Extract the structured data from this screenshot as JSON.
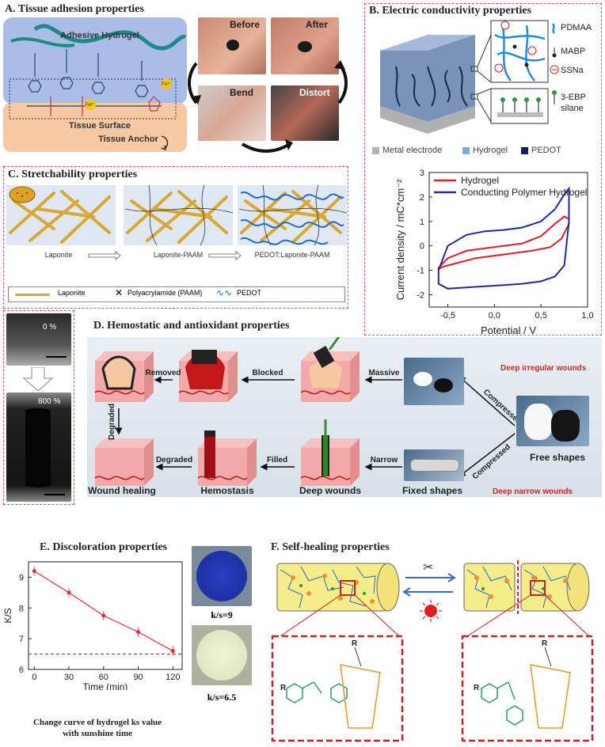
{
  "panel_a": {
    "title": "A. Tissue adhesion properties",
    "hydrogel_label": "Adhesive Hydrogel",
    "surface_label": "Tissue Surface",
    "anchor_label": "Tissue Anchor",
    "fe_label": "Fe³⁺",
    "photos": [
      "Before",
      "After",
      "Bend",
      "Distort"
    ]
  },
  "panel_b": {
    "title": "B. Electric conductivity properties",
    "legend_right": [
      "PDMAA",
      "MABP",
      "SSNa",
      "3-EBP",
      "silane"
    ],
    "legend_bottom": [
      "Metal electrode",
      "Hydrogel",
      "PEDOT"
    ],
    "colors": {
      "metal": "#b4b4b4",
      "hydrogel": "#7fa8dc",
      "pedot": "#141c5c"
    }
  },
  "panel_c": {
    "title": "C. Stretchability properties",
    "stage_labels": [
      "Laponite",
      "Laponite-PAAM",
      "PEDOT:Laponite-PAAM"
    ],
    "legend": [
      "Laponite",
      "Polyacrylamide (PAAM)",
      "PEDOT"
    ],
    "strain_labels": [
      "0 %",
      "800 %"
    ]
  },
  "panel_d": {
    "title": "D. Hemostatic and antioxidant properties",
    "top_flow": [
      "Removed",
      "Blocked",
      "Massive"
    ],
    "bottom_flow": [
      "Degraded",
      "Filled",
      "Narrow"
    ],
    "side": "Degraded",
    "compressed": "Compressed",
    "captions": [
      "Wound healing",
      "Hemostasis",
      "Deep wounds",
      "Fixed shapes",
      "Free shapes"
    ],
    "wound_types": [
      "Deep irregular wounds",
      "Deep narrow wounds"
    ]
  },
  "panel_e": {
    "title": "E. Discoloration properties",
    "caption_line1": "Change curve of hydrogel ks value",
    "caption_line2": "with sunshine time",
    "sample_labels": [
      "k/s=9",
      "k/s=6.5"
    ]
  },
  "panel_f": {
    "title": "F. Self-healing properties",
    "r_label": "R"
  },
  "chart_data": [
    {
      "type": "line",
      "xlabel": "Potential / V",
      "ylabel": "Current density / mC*cm⁻²",
      "xlim": [
        -0.7,
        1.0
      ],
      "ylim": [
        -2.5,
        3.0
      ],
      "xticks": [
        "-0,5",
        "0,0",
        "0,5",
        "1,0"
      ],
      "yticks": [
        "-2",
        "-1",
        "0",
        "1",
        "2",
        "3"
      ],
      "legend": "top-left",
      "series": [
        {
          "name": "Hydrogel",
          "color": "#e01c24",
          "x": [
            -0.6,
            -0.5,
            -0.3,
            -0.1,
            0.1,
            0.3,
            0.5,
            0.65,
            0.75,
            0.8,
            0.8,
            0.72,
            0.6,
            0.4,
            0.2,
            0.0,
            -0.2,
            -0.4,
            -0.55,
            -0.6,
            -0.6
          ],
          "y": [
            -0.9,
            -0.5,
            -0.2,
            -0.1,
            0.0,
            0.1,
            0.4,
            0.9,
            1.2,
            1.1,
            0.9,
            0.3,
            -0.05,
            -0.2,
            -0.3,
            -0.4,
            -0.5,
            -0.7,
            -0.85,
            -0.95,
            -0.9
          ]
        },
        {
          "name": "Conducting Polymer Hydrogel",
          "color": "#1a2c9c",
          "x": [
            -0.6,
            -0.5,
            -0.3,
            -0.1,
            0.1,
            0.3,
            0.5,
            0.65,
            0.75,
            0.8,
            0.8,
            0.75,
            0.65,
            0.5,
            0.3,
            0.1,
            -0.1,
            -0.3,
            -0.5,
            -0.6,
            -0.6
          ],
          "y": [
            -1.0,
            0.0,
            0.45,
            0.6,
            0.65,
            0.75,
            1.0,
            1.5,
            2.1,
            2.35,
            1.0,
            -0.8,
            -1.25,
            -1.45,
            -1.55,
            -1.6,
            -1.65,
            -1.7,
            -1.75,
            -1.55,
            -1.0
          ]
        }
      ]
    },
    {
      "type": "line",
      "xlabel": "Time (min)",
      "ylabel": "K/S",
      "xlim": [
        -5,
        128
      ],
      "ylim": [
        6,
        9.5
      ],
      "xticks": [
        "0",
        "30",
        "60",
        "90",
        "120"
      ],
      "yticks": [
        "6",
        "7",
        "8",
        "9"
      ],
      "reference_line": 6.5,
      "series": [
        {
          "color": "#e03030",
          "x": [
            0,
            30,
            60,
            90,
            120
          ],
          "y": [
            9.2,
            8.5,
            7.75,
            7.22,
            6.6
          ]
        }
      ]
    }
  ]
}
